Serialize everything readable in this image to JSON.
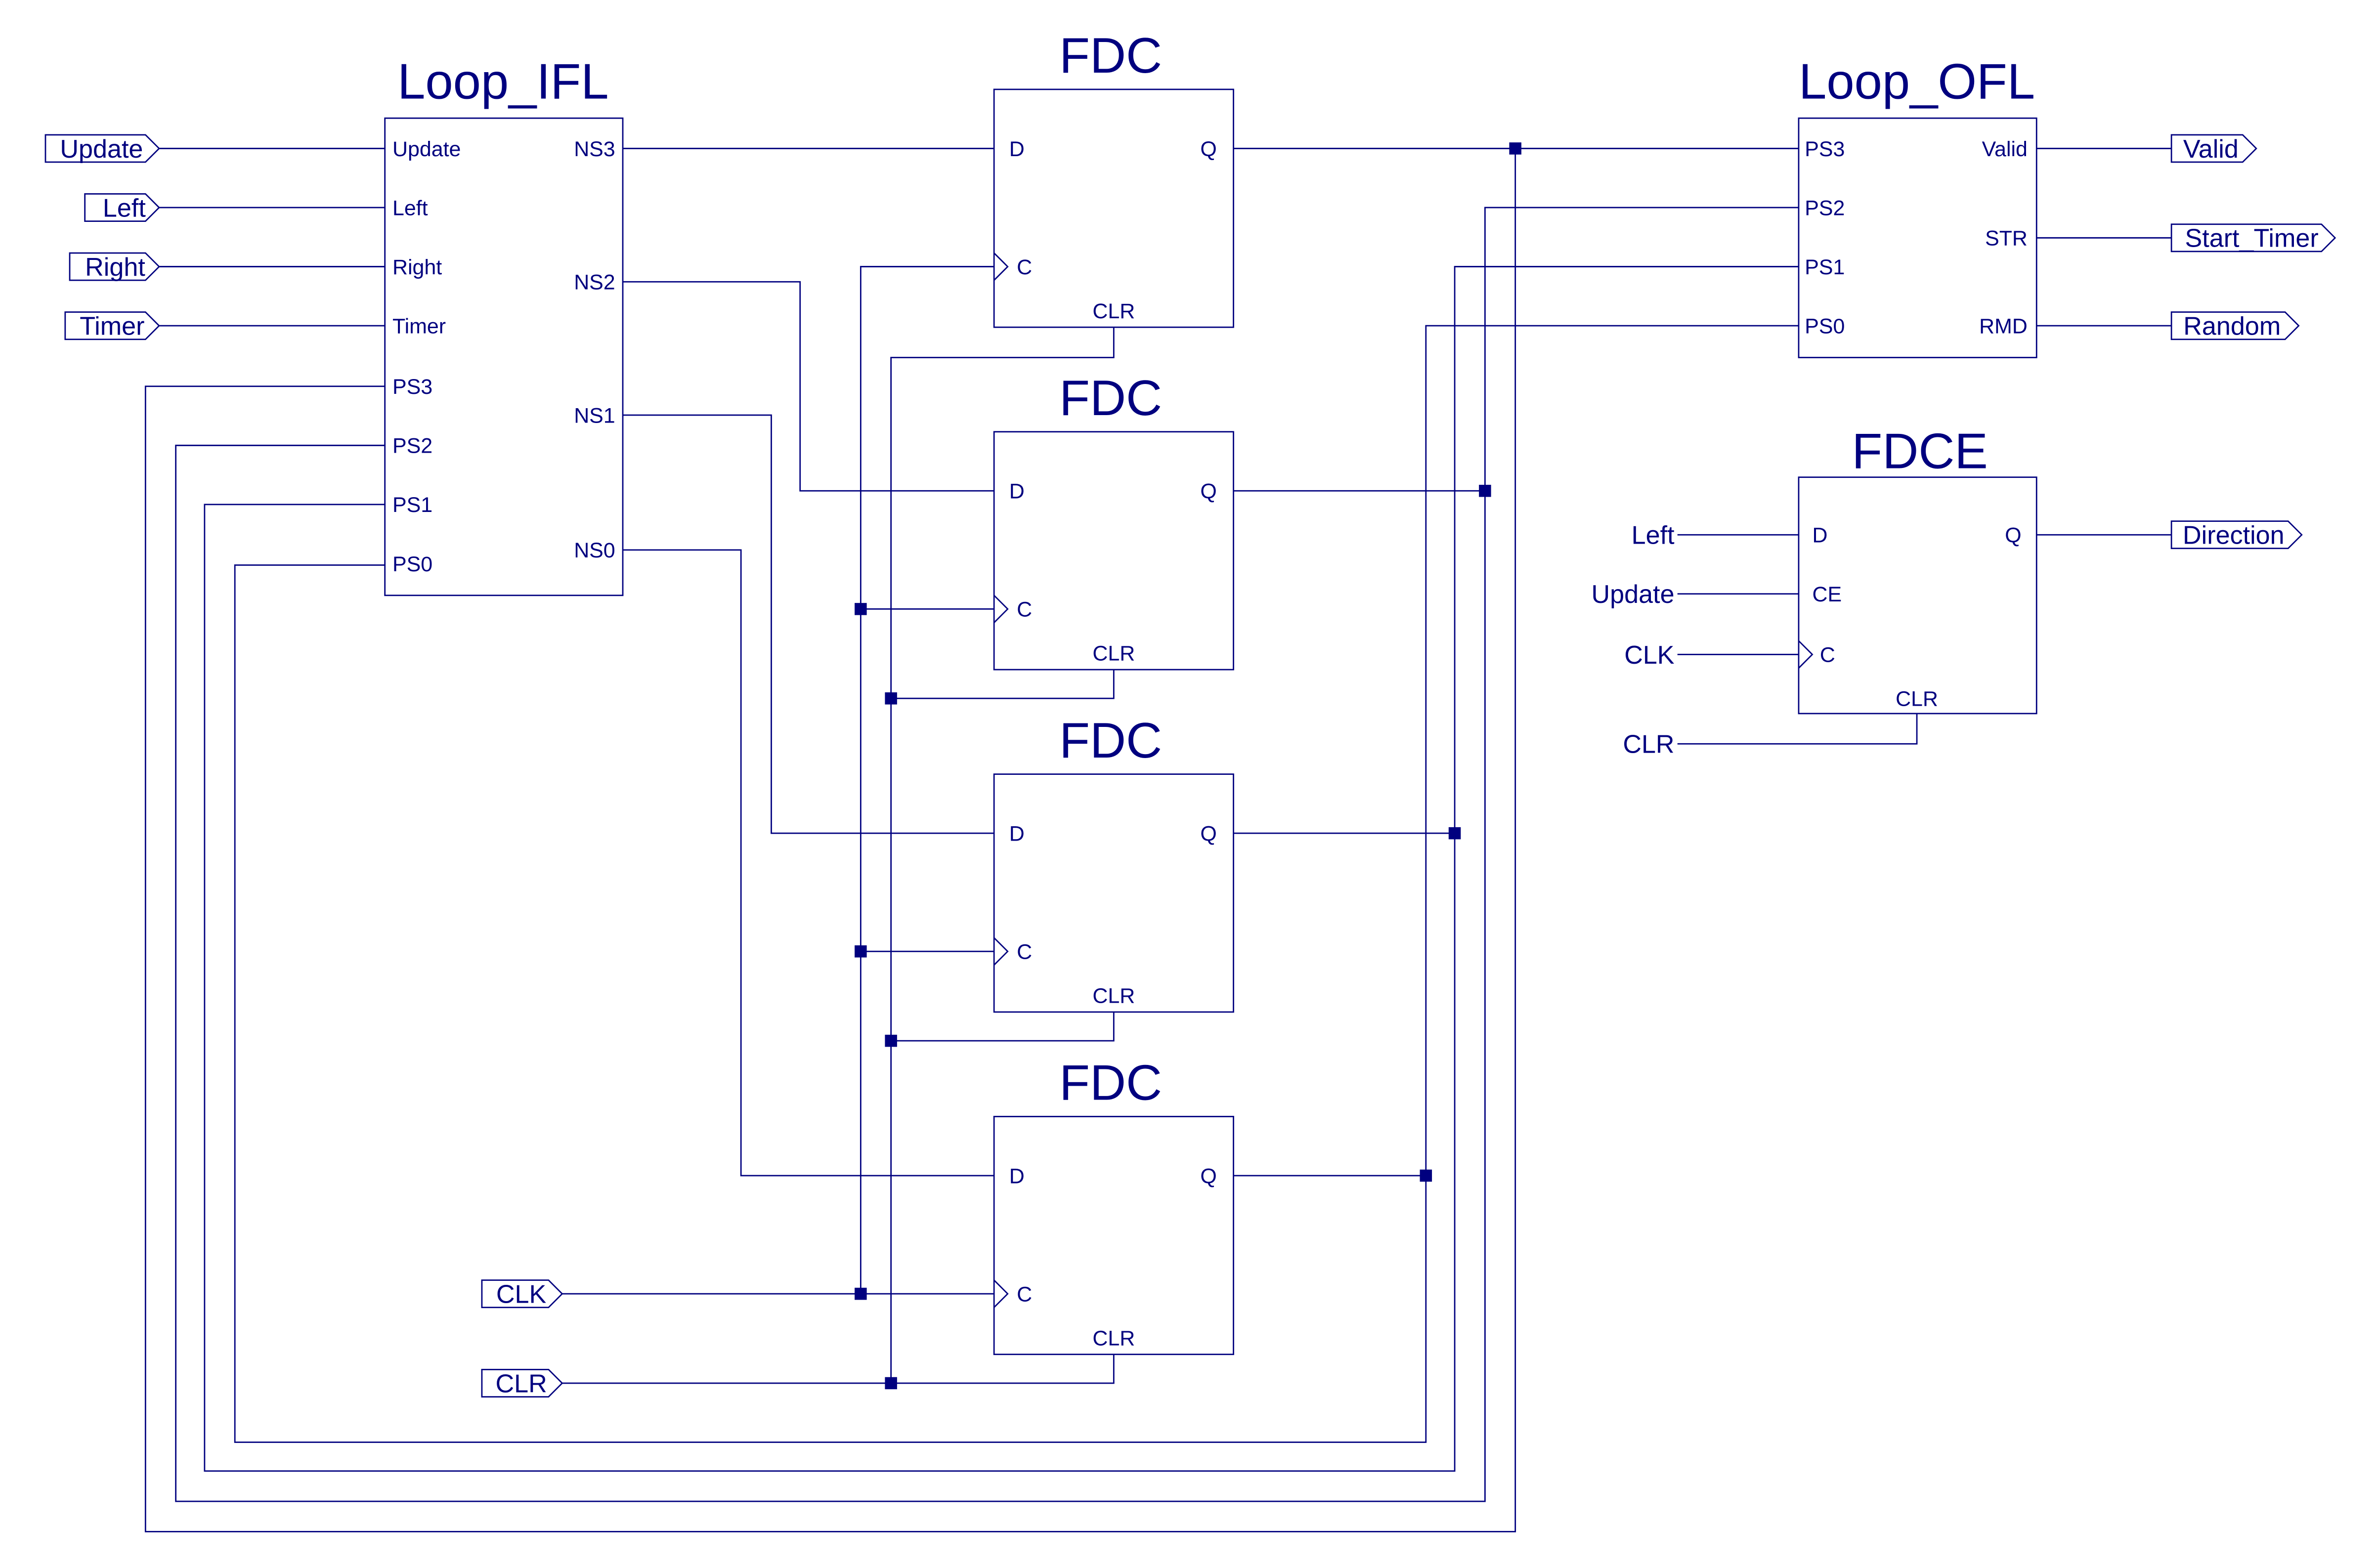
{
  "colors": {
    "wire": "#00007f",
    "background": "#ffffff"
  },
  "input_ports": {
    "update": "Update",
    "left": "Left",
    "right": "Right",
    "timer": "Timer",
    "clk": "CLK",
    "clr": "CLR"
  },
  "output_ports": {
    "valid": "Valid",
    "start_timer": "Start_Timer",
    "random": "Random",
    "direction": "Direction"
  },
  "loop_ifl": {
    "title": "Loop_IFL",
    "inputs": [
      "Update",
      "Left",
      "Right",
      "Timer",
      "PS3",
      "PS2",
      "PS1",
      "PS0"
    ],
    "outputs": [
      "NS3",
      "NS2",
      "NS1",
      "NS0"
    ]
  },
  "fdc": [
    {
      "title": "FDC",
      "d": "D",
      "q": "Q",
      "c": "C",
      "clr": "CLR"
    },
    {
      "title": "FDC",
      "d": "D",
      "q": "Q",
      "c": "C",
      "clr": "CLR"
    },
    {
      "title": "FDC",
      "d": "D",
      "q": "Q",
      "c": "C",
      "clr": "CLR"
    },
    {
      "title": "FDC",
      "d": "D",
      "q": "Q",
      "c": "C",
      "clr": "CLR"
    }
  ],
  "loop_ofl": {
    "title": "Loop_OFL",
    "inputs": [
      "PS3",
      "PS2",
      "PS1",
      "PS0"
    ],
    "outputs": [
      "Valid",
      "STR",
      "RMD"
    ]
  },
  "fdce": {
    "title": "FDCE",
    "pins": {
      "d": "D",
      "ce": "CE",
      "c": "C",
      "q": "Q",
      "clr": "CLR"
    },
    "net_labels": {
      "d": "Left",
      "ce": "Update",
      "c": "CLK",
      "clr": "CLR"
    }
  }
}
